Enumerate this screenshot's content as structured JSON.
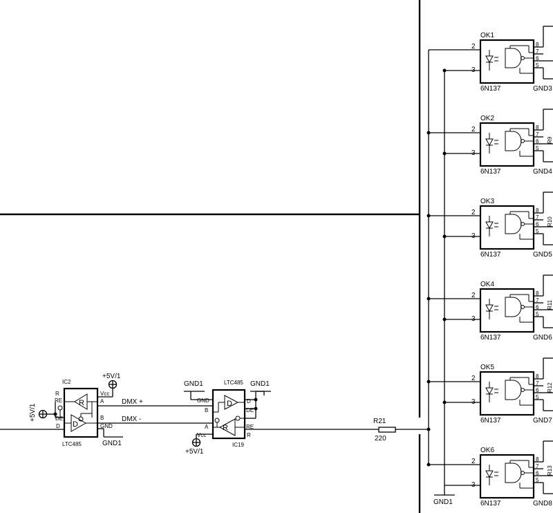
{
  "optocouplers": [
    {
      "ref": "OK1",
      "part": "6N137",
      "gnd": "GND3",
      "pin_in_a": "2",
      "pin_in_k": "3",
      "pins_out": [
        "8",
        "7",
        "6",
        "5"
      ]
    },
    {
      "ref": "OK2",
      "part": "6N137",
      "gnd": "GND4",
      "pin_in_a": "2",
      "pin_in_k": "3",
      "pins_out": [
        "8",
        "7",
        "6",
        "5"
      ]
    },
    {
      "ref": "OK3",
      "part": "6N137",
      "gnd": "GND5",
      "pin_in_a": "2",
      "pin_in_k": "3",
      "pins_out": [
        "8",
        "7",
        "6",
        "5"
      ]
    },
    {
      "ref": "OK4",
      "part": "6N137",
      "gnd": "GND6",
      "pin_in_a": "2",
      "pin_in_k": "3",
      "pins_out": [
        "8",
        "7",
        "6",
        "5"
      ]
    },
    {
      "ref": "OK5",
      "part": "6N137",
      "gnd": "GND7",
      "pin_in_a": "2",
      "pin_in_k": "3",
      "pins_out": [
        "8",
        "7",
        "6",
        "5"
      ]
    },
    {
      "ref": "OK6",
      "part": "6N137",
      "gnd": "GND8",
      "pin_in_a": "2",
      "pin_in_k": "3",
      "pins_out": [
        "8",
        "7",
        "6",
        "5"
      ]
    }
  ],
  "ic2": {
    "ref": "IC2",
    "part": "LTC485",
    "pins_left": [
      "R",
      "RE",
      "DE",
      "D"
    ],
    "pins_right": [
      "Vcc",
      "A",
      "B",
      "GND"
    ],
    "gate_r": "R",
    "gate_d": "D"
  },
  "ic19": {
    "ref": "IC19",
    "part": "LTC485",
    "pins_left": [
      "GND",
      "B",
      "A",
      "Vcc"
    ],
    "pins_right": [
      "D",
      "DE",
      "RE",
      "R"
    ],
    "gate_r": "R",
    "gate_d": "D"
  },
  "nets": {
    "dmx_plus": "DMX +",
    "dmx_minus": "DMX -",
    "vcc_ic2": "+5V/1",
    "vcc_left": "+5V/1",
    "vcc_ic19": "+5V/1",
    "gnd_ic2": "GND1",
    "gnd_ic19_a": "GND1",
    "gnd_ic19_b": "GND1",
    "gnd_bus": "GND1"
  },
  "resistor": {
    "ref": "R21",
    "value": "220"
  },
  "right_edge_labels": [
    "R9",
    "R10",
    "R11",
    "R12",
    "R13"
  ]
}
